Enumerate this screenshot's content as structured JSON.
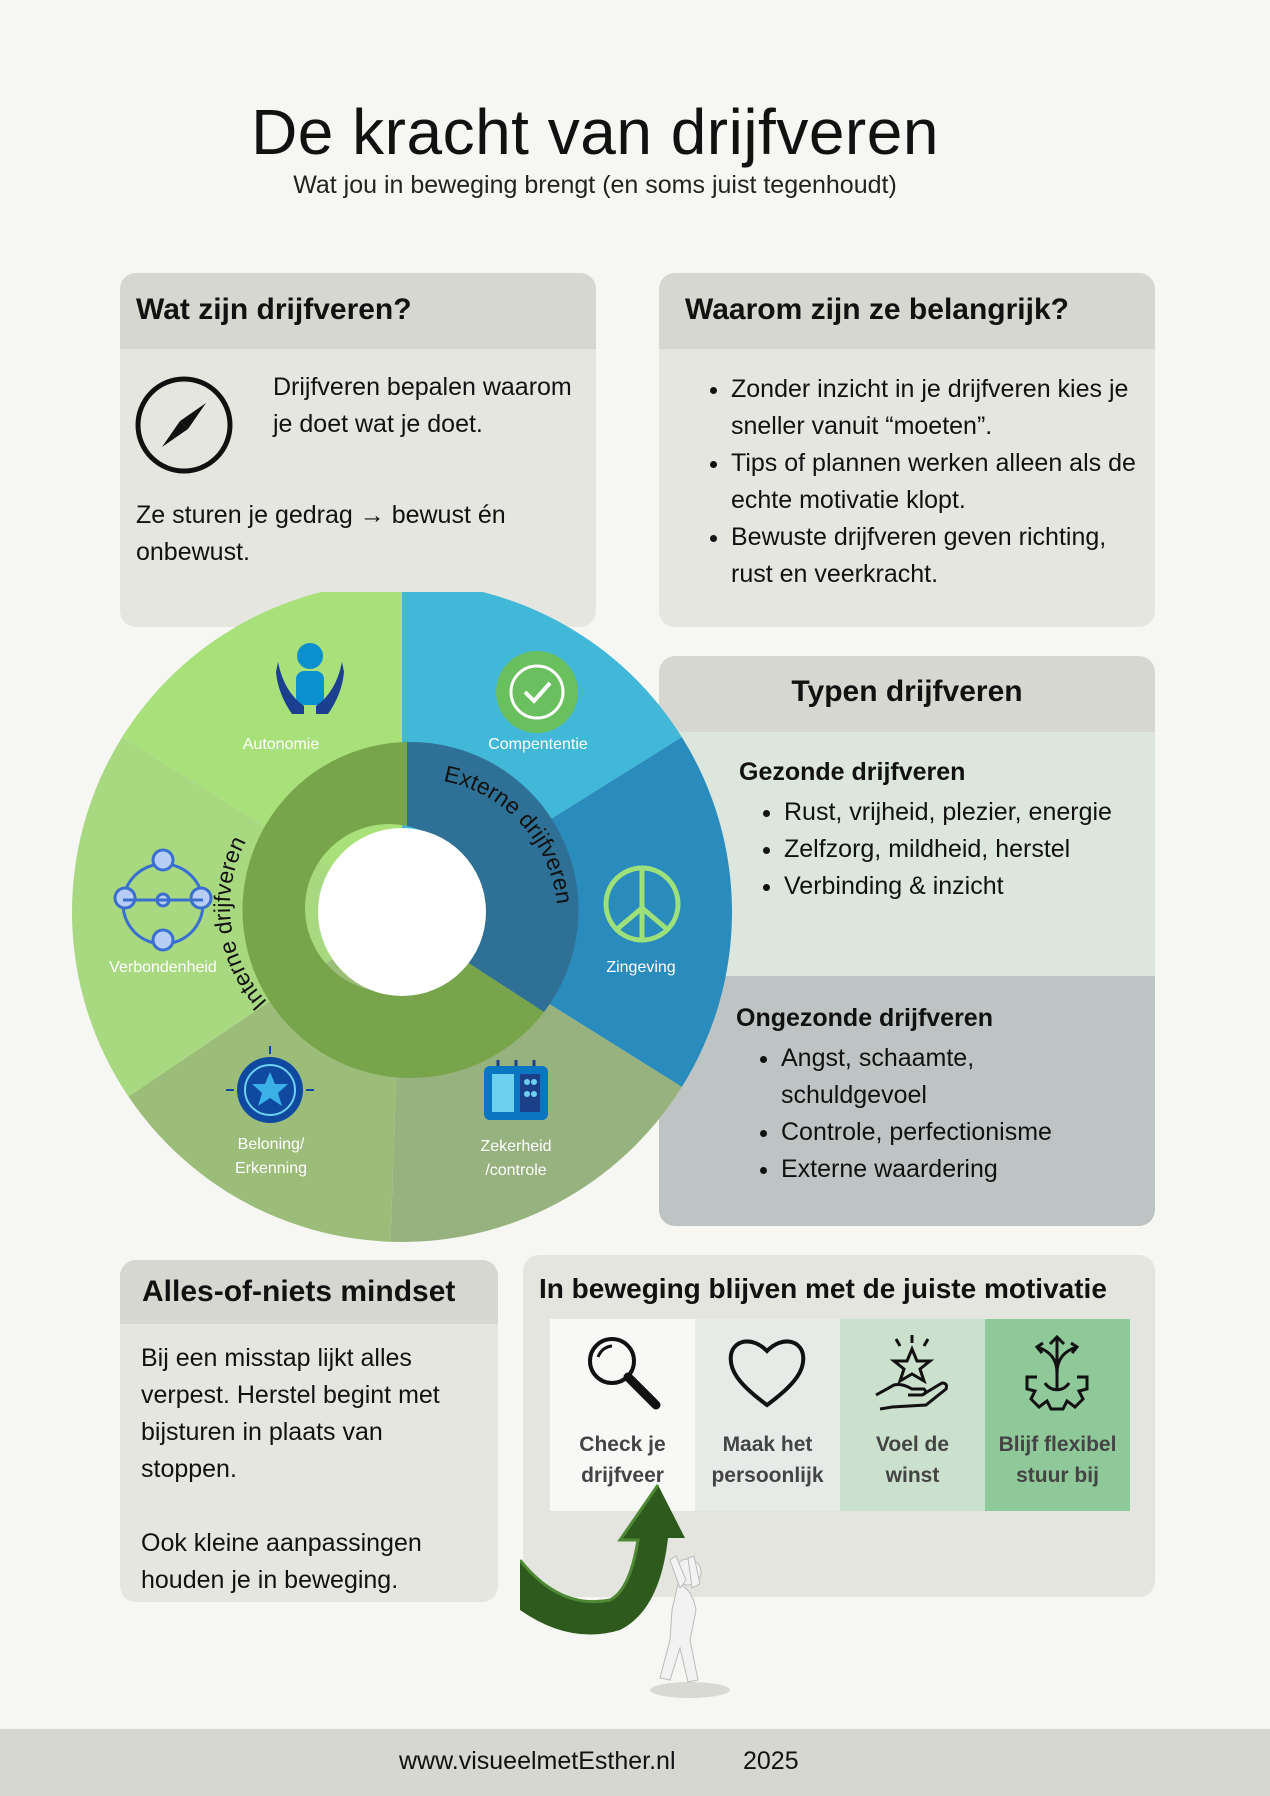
{
  "header": {
    "title": "De kracht van drijfveren",
    "subtitle": "Wat jou in beweging brengt (en soms juist tegenhoudt)"
  },
  "wat": {
    "heading": "Wat zijn drijfveren?",
    "icon": "compass-icon",
    "text1": "Drijfveren bepalen waarom je doet wat je doet.",
    "text2": "Ze sturen je gedrag → bewust én onbewust."
  },
  "waarom": {
    "heading": "Waarom zijn ze belangrijk?",
    "bullets": [
      "Zonder inzicht in je drijfveren kies je sneller vanuit “moeten”.",
      "Tips of plannen werken alleen als de echte motivatie klopt.",
      "Bewuste drijfveren geven richting, rust en veerkracht."
    ]
  },
  "typen": {
    "heading": "Typen drijfveren",
    "healthy": {
      "title": "Gezonde drijfveren",
      "items": [
        "Rust, vrijheid, plezier, energie",
        "Zelfzorg, mildheid, herstel",
        "Verbinding & inzicht"
      ]
    },
    "unhealthy": {
      "title": "Ongezonde drijfveren",
      "items": [
        "Angst, schaamte, schuldgevoel",
        "Controle, perfectionisme",
        "Externe waardering"
      ]
    }
  },
  "wheel": {
    "inner": {
      "intern": "Interne drijfveren",
      "extern": "Externe drijfveren"
    },
    "segments": [
      {
        "label": "Autonomie",
        "icon": "hands-person-icon",
        "color": "#a8e07a"
      },
      {
        "label": "Compententie",
        "icon": "checkmark-badge-icon",
        "color": "#42b8d8"
      },
      {
        "label": "Zingeving",
        "icon": "peace-icon",
        "color": "#2a8bbd"
      },
      {
        "label": "Zekerheid",
        "label2": "/controle",
        "icon": "circuit-chip-icon",
        "color": "#97b27e"
      },
      {
        "label": "Beloning/",
        "label2": "Erkenning",
        "icon": "star-medal-icon",
        "color": "#9cbd7a"
      },
      {
        "label": "Verbondenheid",
        "icon": "network-people-icon",
        "color": "#a8d880"
      }
    ],
    "colors": {
      "intern": "#78a44c",
      "extern": "#2f7196"
    }
  },
  "alles": {
    "heading": "Alles-of-niets mindset",
    "para1": "Bij een misstap lijkt alles verpest. Herstel begint met bijsturen in plaats van stoppen.",
    "para2": "Ook kleine aanpassingen houden je in beweging."
  },
  "beweging": {
    "heading": "In beweging blijven met de juiste motivatie",
    "steps": [
      {
        "line1": "Check je",
        "line2": "drijfveer",
        "icon": "magnifier-icon"
      },
      {
        "line1": "Maak het",
        "line2": "persoonlijk",
        "icon": "heart-icon"
      },
      {
        "line1": "Voel de",
        "line2": "winst",
        "icon": "star-hand-icon"
      },
      {
        "line1": "Blijf flexibel",
        "line2": "stuur bij",
        "icon": "gear-arrows-icon"
      }
    ]
  },
  "footer": {
    "url": "www.visueelmetEsther.nl",
    "year": "2025"
  }
}
